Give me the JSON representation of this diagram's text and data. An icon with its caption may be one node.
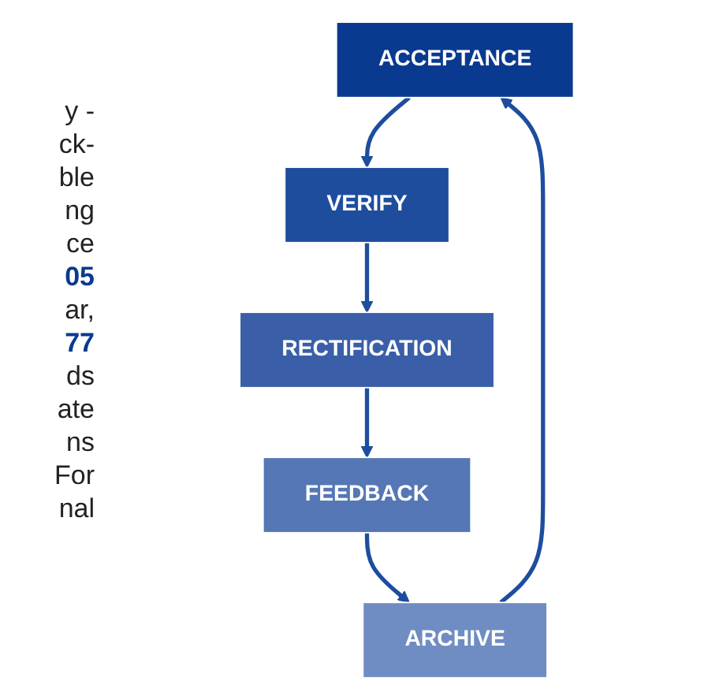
{
  "diagram": {
    "nodes": [
      {
        "text": [
          "ACCEPTANCE"
        ]
      },
      {
        "text": [
          "VERIFY"
        ]
      },
      {
        "text": [
          "RECTIFICATION"
        ]
      },
      {
        "text": [
          "FEEDBACK"
        ]
      },
      {
        "text": [
          "ARCHIVE"
        ]
      }
    ],
    "edges": [
      {
        "from": 0,
        "to": 1,
        "arrow": "to"
      },
      {
        "from": 1,
        "to": 2,
        "arrow": "to"
      },
      {
        "from": 2,
        "to": 3,
        "arrow": "to"
      },
      {
        "from": 3,
        "to": 4,
        "arrow": "to"
      },
      {
        "from": 4,
        "to": 0,
        "arrow": "to"
      }
    ],
    "labels": [
      "y -",
      "ck-",
      "ble",
      "ng",
      "ce",
      "05",
      "ar,",
      "77",
      "ds",
      "ate",
      "ns",
      "For",
      "nal"
    ]
  }
}
